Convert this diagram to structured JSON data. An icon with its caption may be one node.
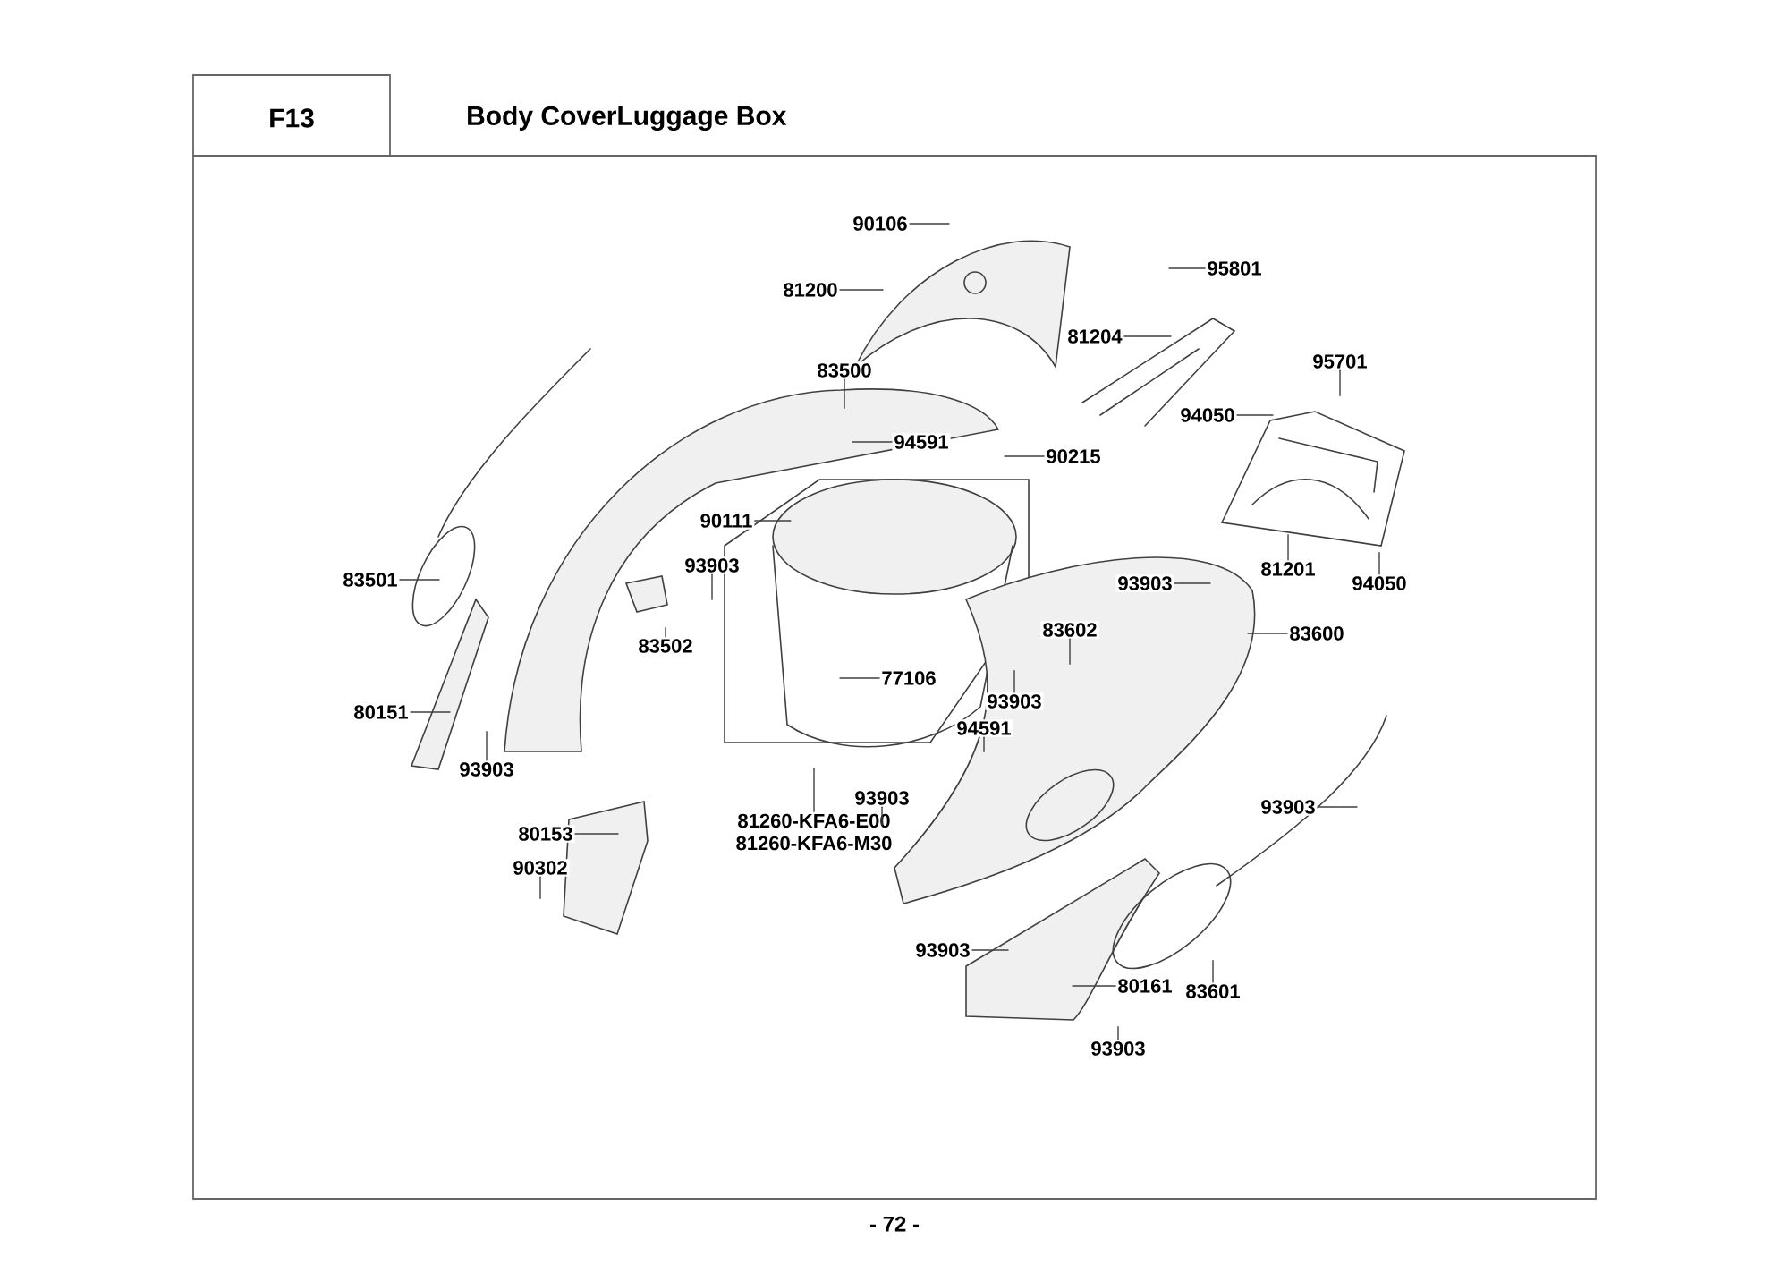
{
  "diagram": {
    "title": "Body CoverLuggage Box",
    "nodes": [
      {
        "text": [
          "90106"
        ]
      },
      {
        "text": [
          "81200"
        ]
      },
      {
        "text": [
          "95801"
        ]
      },
      {
        "text": [
          "81204"
        ]
      },
      {
        "text": [
          "83500"
        ]
      },
      {
        "text": [
          "95701"
        ]
      },
      {
        "text": [
          "94591"
        ]
      },
      {
        "text": [
          "90215"
        ]
      },
      {
        "text": [
          "94050"
        ]
      },
      {
        "text": [
          "90111"
        ]
      },
      {
        "text": [
          "83501"
        ]
      },
      {
        "text": [
          "93903"
        ]
      },
      {
        "text": [
          "93903"
        ]
      },
      {
        "text": [
          "81201"
        ]
      },
      {
        "text": [
          "94050"
        ]
      },
      {
        "text": [
          "83600"
        ]
      },
      {
        "text": [
          "83502"
        ]
      },
      {
        "text": [
          "83602"
        ]
      },
      {
        "text": [
          "77106"
        ]
      },
      {
        "text": [
          "80151"
        ]
      },
      {
        "text": [
          "93903"
        ]
      },
      {
        "text": [
          "93903"
        ]
      },
      {
        "text": [
          "94591"
        ]
      },
      {
        "text": [
          "93903"
        ]
      },
      {
        "text": [
          "81260-KFA6-E00",
          "81260-KFA6-M30"
        ]
      },
      {
        "text": [
          "93903"
        ]
      },
      {
        "text": [
          "80153"
        ]
      },
      {
        "text": [
          "90302"
        ]
      },
      {
        "text": [
          "93903"
        ]
      },
      {
        "text": [
          "80161"
        ]
      },
      {
        "text": [
          "83601"
        ]
      },
      {
        "text": [
          "93903"
        ]
      }
    ],
    "edges": [
      {
        "from": 0,
        "to": null,
        "arrow": "none"
      },
      {
        "from": 1,
        "to": null,
        "arrow": "none"
      },
      {
        "from": 2,
        "to": null,
        "arrow": "none"
      },
      {
        "from": 3,
        "to": null,
        "arrow": "none"
      },
      {
        "from": 4,
        "to": null,
        "arrow": "none"
      },
      {
        "from": 5,
        "to": null,
        "arrow": "none"
      },
      {
        "from": 6,
        "to": null,
        "arrow": "none"
      },
      {
        "from": 7,
        "to": null,
        "arrow": "none"
      },
      {
        "from": 8,
        "to": null,
        "arrow": "none"
      },
      {
        "from": 9,
        "to": null,
        "arrow": "none"
      },
      {
        "from": 10,
        "to": null,
        "arrow": "none"
      },
      {
        "from": 11,
        "to": null,
        "arrow": "none"
      },
      {
        "from": 12,
        "to": null,
        "arrow": "none"
      },
      {
        "from": 13,
        "to": null,
        "arrow": "none"
      },
      {
        "from": 14,
        "to": null,
        "arrow": "none"
      },
      {
        "from": 15,
        "to": null,
        "arrow": "none"
      },
      {
        "from": 16,
        "to": null,
        "arrow": "none"
      },
      {
        "from": 17,
        "to": null,
        "arrow": "none"
      },
      {
        "from": 18,
        "to": null,
        "arrow": "none"
      },
      {
        "from": 19,
        "to": null,
        "arrow": "none"
      },
      {
        "from": 20,
        "to": null,
        "arrow": "none"
      },
      {
        "from": 21,
        "to": null,
        "arrow": "none"
      },
      {
        "from": 22,
        "to": null,
        "arrow": "none"
      },
      {
        "from": 23,
        "to": null,
        "arrow": "none"
      },
      {
        "from": 24,
        "to": null,
        "arrow": "none"
      },
      {
        "from": 25,
        "to": null,
        "arrow": "none"
      },
      {
        "from": 26,
        "to": null,
        "arrow": "none"
      },
      {
        "from": 27,
        "to": null,
        "arrow": "none"
      },
      {
        "from": 28,
        "to": null,
        "arrow": "none"
      },
      {
        "from": 29,
        "to": null,
        "arrow": "none"
      },
      {
        "from": 30,
        "to": null,
        "arrow": "none"
      },
      {
        "from": 31,
        "to": null,
        "arrow": "none"
      }
    ],
    "labels": [
      "F13",
      "- 72 -"
    ]
  }
}
